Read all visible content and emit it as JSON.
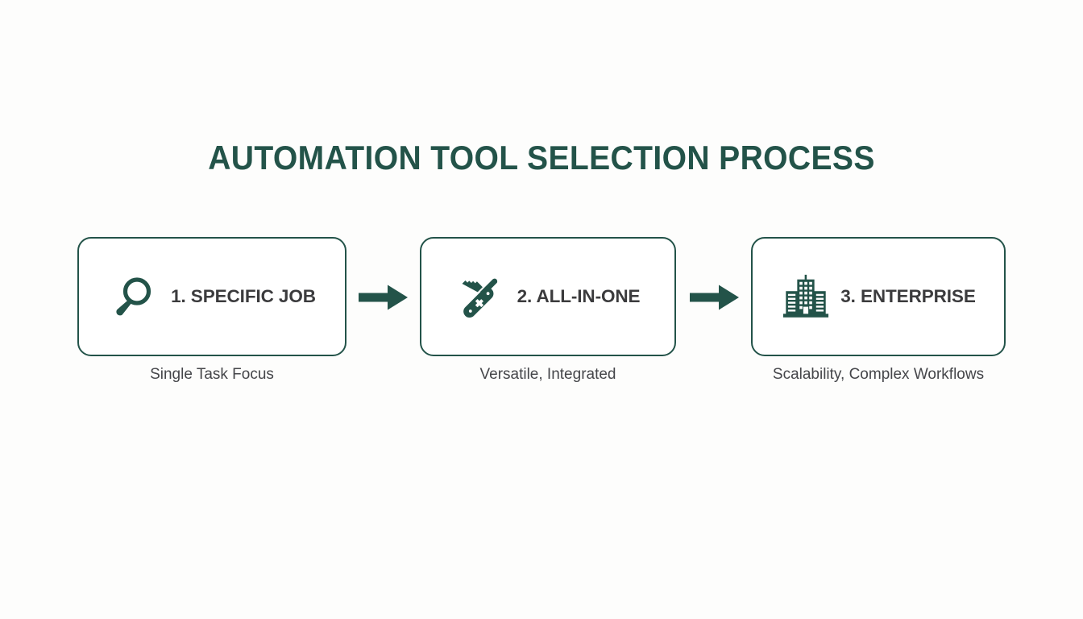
{
  "colors": {
    "brand_green": "#235349",
    "label_text": "#3b3b3d",
    "caption_text": "#45464a",
    "background": "#fdfdfc",
    "card_fill": "#ffffff"
  },
  "header": {
    "title": "AUTOMATION TOOL SELECTION PROCESS"
  },
  "flow": {
    "steps": [
      {
        "label": "1. SPECIFIC JOB",
        "caption": "Single Task Focus",
        "icon": "magnifying-glass-icon"
      },
      {
        "label": "2. ALL-IN-ONE",
        "caption": "Versatile, Integrated",
        "icon": "swiss-army-knife-icon"
      },
      {
        "label": "3. ENTERPRISE",
        "caption": "Scalability, Complex Workflows",
        "icon": "office-buildings-icon"
      }
    ],
    "connectors": [
      {
        "icon": "arrow-right-icon"
      },
      {
        "icon": "arrow-right-icon"
      }
    ]
  }
}
